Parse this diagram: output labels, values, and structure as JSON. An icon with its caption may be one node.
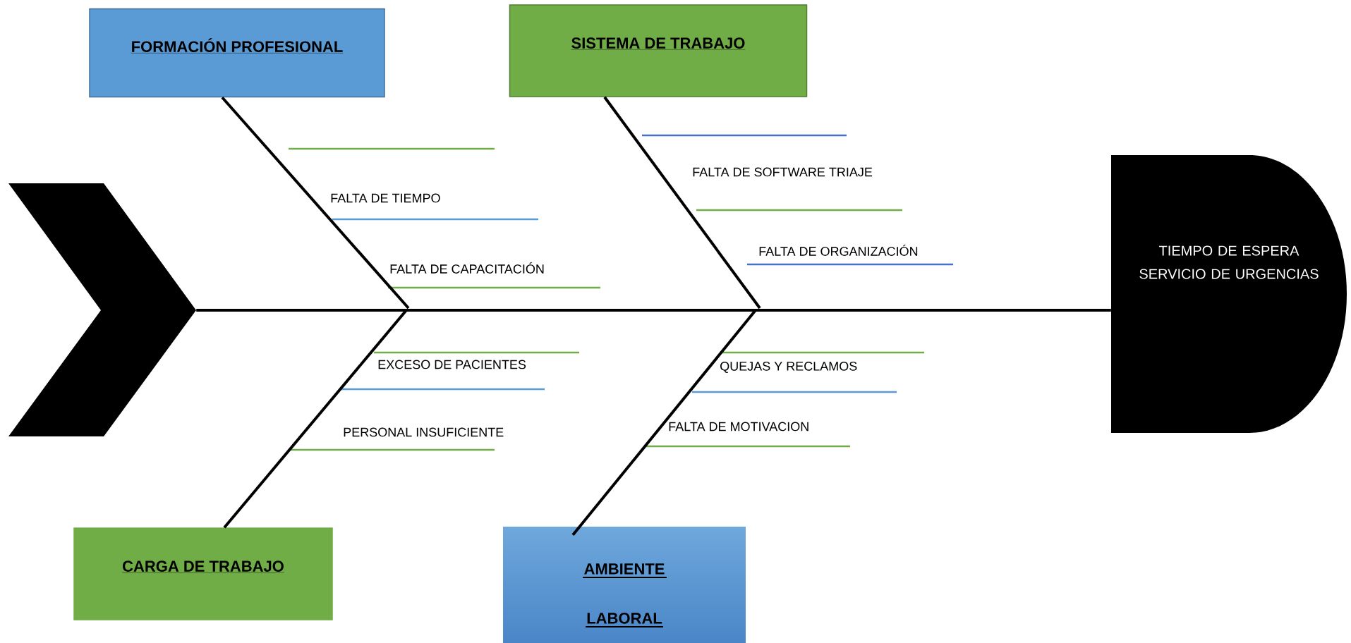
{
  "diagram": {
    "nodes": [
      {
        "text": [],
        "shape": "chevron"
      },
      {
        "text": [
          "FORMACIÓN PROFESIONAL"
        ]
      },
      {
        "text": [
          "SISTEMA DE TRABAJO"
        ]
      },
      {
        "text": [
          "TIEMPO DE ESPERA SERVICIO DE URGENCIAS"
        ]
      },
      {
        "text": [
          "CARGA DE TRABAJO"
        ]
      },
      {
        "text": [
          "AMBIENTE LABORAL"
        ]
      }
    ],
    "edges": [
      {
        "from": 0,
        "to": 3,
        "arrow": "none"
      },
      {
        "from": 1,
        "to": null,
        "arrow": "none"
      },
      {
        "from": 2,
        "to": null,
        "arrow": "none"
      },
      {
        "from": 4,
        "to": null,
        "arrow": "none"
      },
      {
        "from": 5,
        "to": null,
        "arrow": "none"
      }
    ],
    "labels": [
      "FALTA DE SOFTWARE TRIAJE",
      "FALTA DE TIEMPO",
      "FALTA DE ORGANIZACIÓN",
      "FALTA DE CAPACITACIÓN",
      "EXCESO DE PACIENTES",
      "QUEJAS Y RECLAMOS",
      "FALTA DE MOTIVACION",
      "PERSONAL INSUFICIENTE"
    ]
  }
}
